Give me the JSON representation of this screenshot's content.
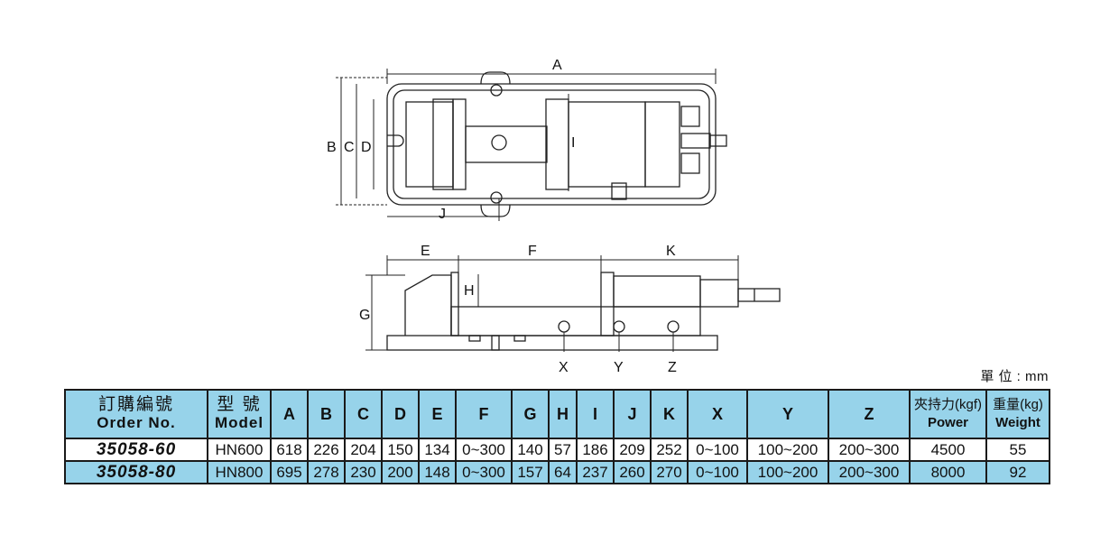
{
  "drawing": {
    "top_view_labels": {
      "A": "A",
      "B": "B",
      "C": "C",
      "D": "D",
      "I": "I",
      "J": "J"
    },
    "side_view_labels": {
      "E": "E",
      "F": "F",
      "K": "K",
      "H": "H",
      "G": "G",
      "X": "X",
      "Y": "Y",
      "Z": "Z"
    }
  },
  "unit_label": "單 位 : mm",
  "table": {
    "headers": {
      "order_zh": "訂購編號",
      "order_en": "Order No.",
      "model_zh": "型 號",
      "model_en": "Model",
      "dims": [
        "A",
        "B",
        "C",
        "D",
        "E",
        "F",
        "G",
        "H",
        "I",
        "J",
        "K",
        "X",
        "Y",
        "Z"
      ],
      "power_zh": "夾持力(kgf)",
      "power_en": "Power",
      "weight_zh": "重量(kg)",
      "weight_en": "Weight"
    },
    "rows": [
      {
        "order": "35058-60",
        "model": "HN600",
        "A": "618",
        "B": "226",
        "C": "204",
        "D": "150",
        "E": "134",
        "F": "0~300",
        "G": "140",
        "H": "57",
        "I": "186",
        "J": "209",
        "K": "252",
        "X": "0~100",
        "Y": "100~200",
        "Z": "200~300",
        "power": "4500",
        "weight": "55"
      },
      {
        "order": "35058-80",
        "model": "HN800",
        "A": "695",
        "B": "278",
        "C": "230",
        "D": "200",
        "E": "148",
        "F": "0~300",
        "G": "157",
        "H": "64",
        "I": "237",
        "J": "260",
        "K": "270",
        "X": "0~100",
        "Y": "100~200",
        "Z": "200~300",
        "power": "8000",
        "weight": "92"
      }
    ]
  }
}
